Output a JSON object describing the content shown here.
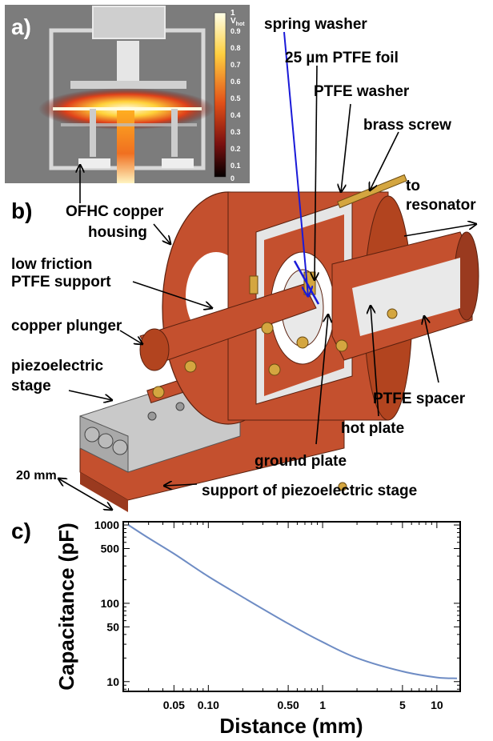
{
  "panel_labels": {
    "a": "a)",
    "b": "b)",
    "c": "c)"
  },
  "colorbar": {
    "ticks": [
      "1 V",
      "0.9",
      "0.8",
      "0.7",
      "0.6",
      "0.5",
      "0.4",
      "0.3",
      "0.2",
      "0.1",
      "0"
    ],
    "top_subscript": "hot"
  },
  "labels": {
    "spring_washer": "spring washer",
    "ptfe_foil": "25 µm PTFE foil",
    "ptfe_washer": "PTFE washer",
    "brass_screw": "brass screw",
    "to": "to",
    "resonator": "resonator",
    "housing_line1": "OFHC copper",
    "housing_line2": "housing",
    "support_line1": "low friction",
    "support_line2": "PTFE support",
    "plunger": "copper plunger",
    "stage_line1": "piezoelectric",
    "stage_line2": "stage",
    "spacer": "PTFE spacer",
    "hot_plate": "hot plate",
    "ground_plate": "ground plate",
    "stage_support": "support of piezoelectric stage",
    "scale": "20 mm"
  },
  "colors": {
    "copper": "#c4502e",
    "copper_dark": "#9a3a1f",
    "brass": "#d4a640",
    "curve": "#6e8cc4",
    "arrow_blue": "#1a1ad8"
  },
  "chart_data": {
    "type": "line",
    "xlabel": "Distance (mm)",
    "ylabel": "Capacitance (pF)",
    "x_scale": "log",
    "y_scale": "log",
    "xlim": [
      0.018,
      16
    ],
    "ylim": [
      7.5,
      1100
    ],
    "x_ticks": [
      {
        "value": 0.05,
        "label": "0.05"
      },
      {
        "value": 0.1,
        "label": "0.10"
      },
      {
        "value": 0.5,
        "label": "0.50"
      },
      {
        "value": 1,
        "label": "1"
      },
      {
        "value": 5,
        "label": "5"
      },
      {
        "value": 10,
        "label": "10"
      }
    ],
    "y_ticks": [
      {
        "value": 10,
        "label": "10"
      },
      {
        "value": 50,
        "label": "50"
      },
      {
        "value": 100,
        "label": "100"
      },
      {
        "value": 500,
        "label": "500"
      },
      {
        "value": 1000,
        "label": "1000"
      }
    ],
    "grid": false,
    "series": [
      {
        "x": [
          0.02,
          0.03,
          0.05,
          0.1,
          0.2,
          0.5,
          1,
          2,
          5,
          10,
          15
        ],
        "y": [
          1000,
          680,
          430,
          220,
          120,
          55,
          32,
          20,
          13.5,
          11.3,
          11
        ]
      }
    ]
  }
}
